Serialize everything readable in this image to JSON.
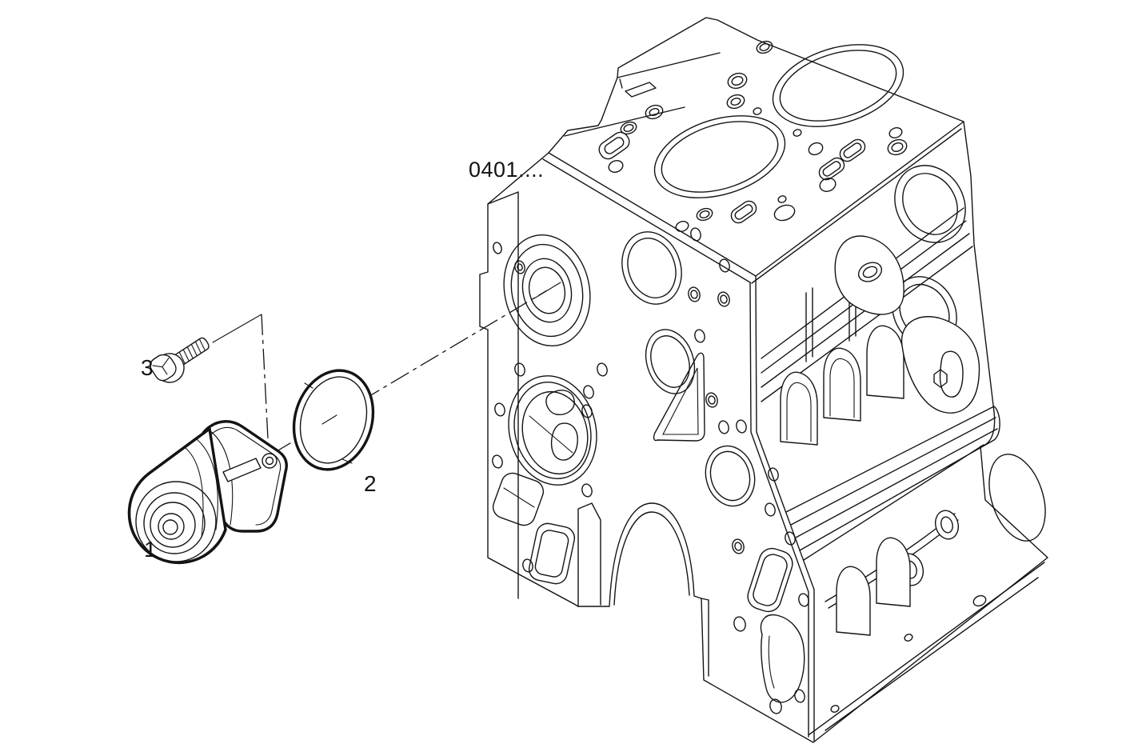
{
  "page": {
    "background_color": "#ffffff",
    "line_color": "#141414",
    "type": "exploded-parts-diagram"
  },
  "diagram": {
    "figure_ref_label": "0401....",
    "parts": [
      {
        "callout": "1",
        "name": "water-pump-assembly"
      },
      {
        "callout": "2",
        "name": "round-gasket-seal"
      },
      {
        "callout": "3",
        "name": "hex-flange-bolt"
      }
    ],
    "assembly_target": "engine-block",
    "leader_line_style": "dash-dot-centerline"
  }
}
